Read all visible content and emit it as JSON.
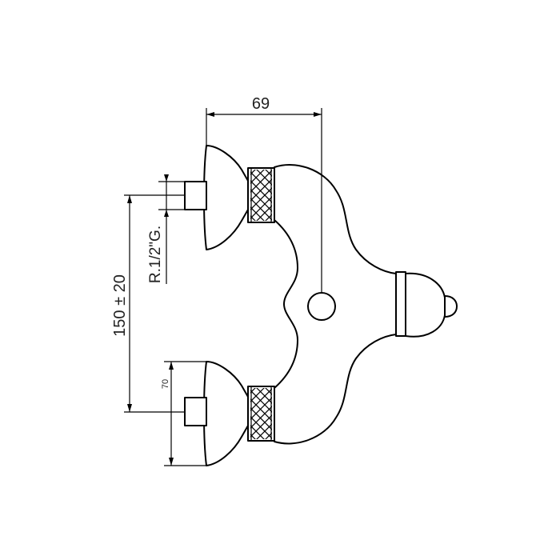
{
  "drawing": {
    "dimensions": {
      "top_width": "69",
      "center_distance": "150 ± 20",
      "thread": "R.1/2\"G.",
      "inlet_depth": "70"
    },
    "colors": {
      "line": "#000000",
      "text": "#222222",
      "background": "#ffffff"
    }
  }
}
